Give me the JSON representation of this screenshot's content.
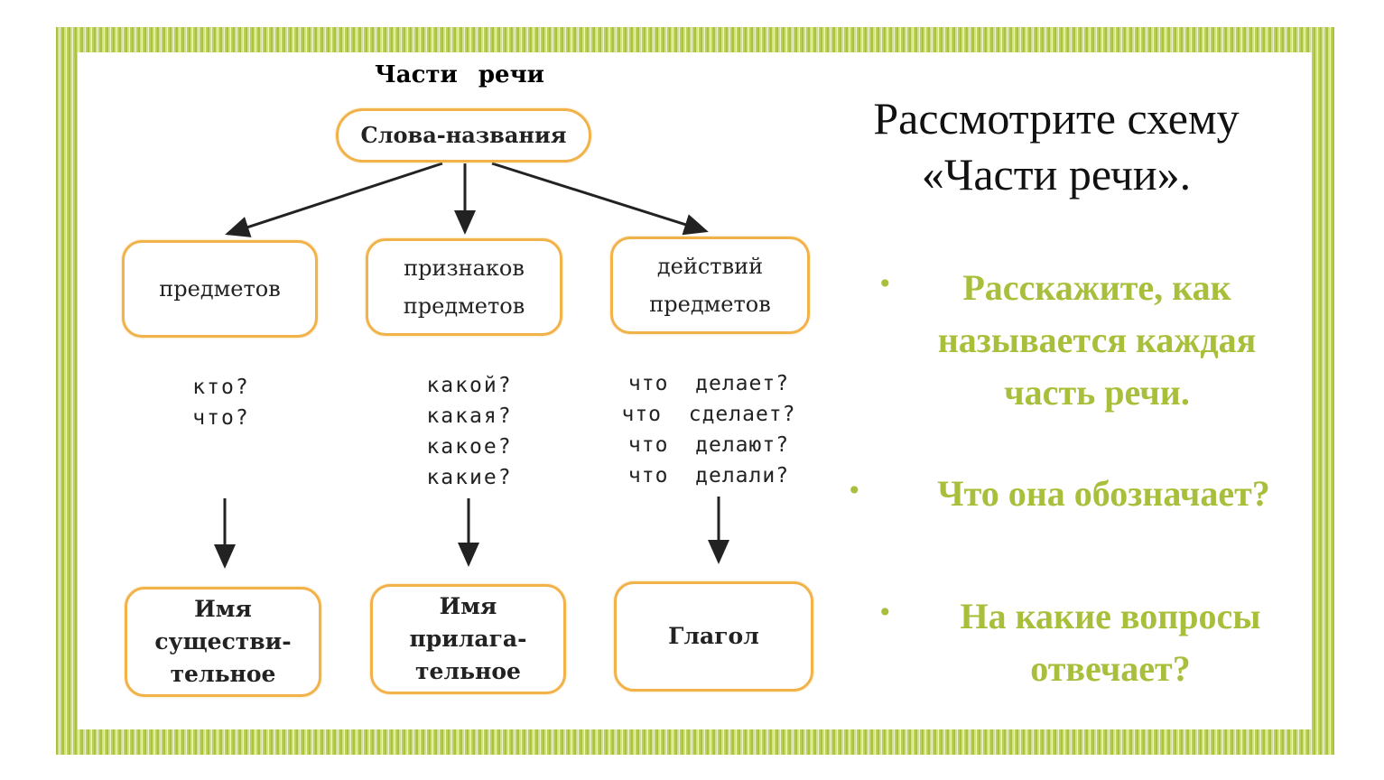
{
  "diagram": {
    "title": "Части речи",
    "root": "Слова-названия",
    "categories": [
      {
        "line1": "предметов",
        "line2": "",
        "questions": [
          "кто?",
          "что?"
        ],
        "part": [
          "Имя",
          "существи-",
          "тельное"
        ]
      },
      {
        "line1": "признаков",
        "line2": "предметов",
        "questions": [
          "какой?",
          "какая?",
          "какое?",
          "какие?"
        ],
        "part": [
          "Имя",
          "прилага-",
          "тельное"
        ]
      },
      {
        "line1": "действий",
        "line2": "предметов",
        "questions": [
          "что  делает?",
          "что  сделает?",
          "что  делают?",
          "что  делали?"
        ],
        "part": [
          "Глагол"
        ]
      }
    ]
  },
  "right": {
    "heading1": "Рассмотрите схему",
    "heading2": "«Части речи».",
    "bullets": [
      "Расскажите, как называется каждая часть речи.",
      "Что она обозначает?",
      "На какие вопросы отвечает?"
    ]
  },
  "colors": {
    "accent": "#a7bf3a",
    "box_border": "#f2b24a"
  }
}
